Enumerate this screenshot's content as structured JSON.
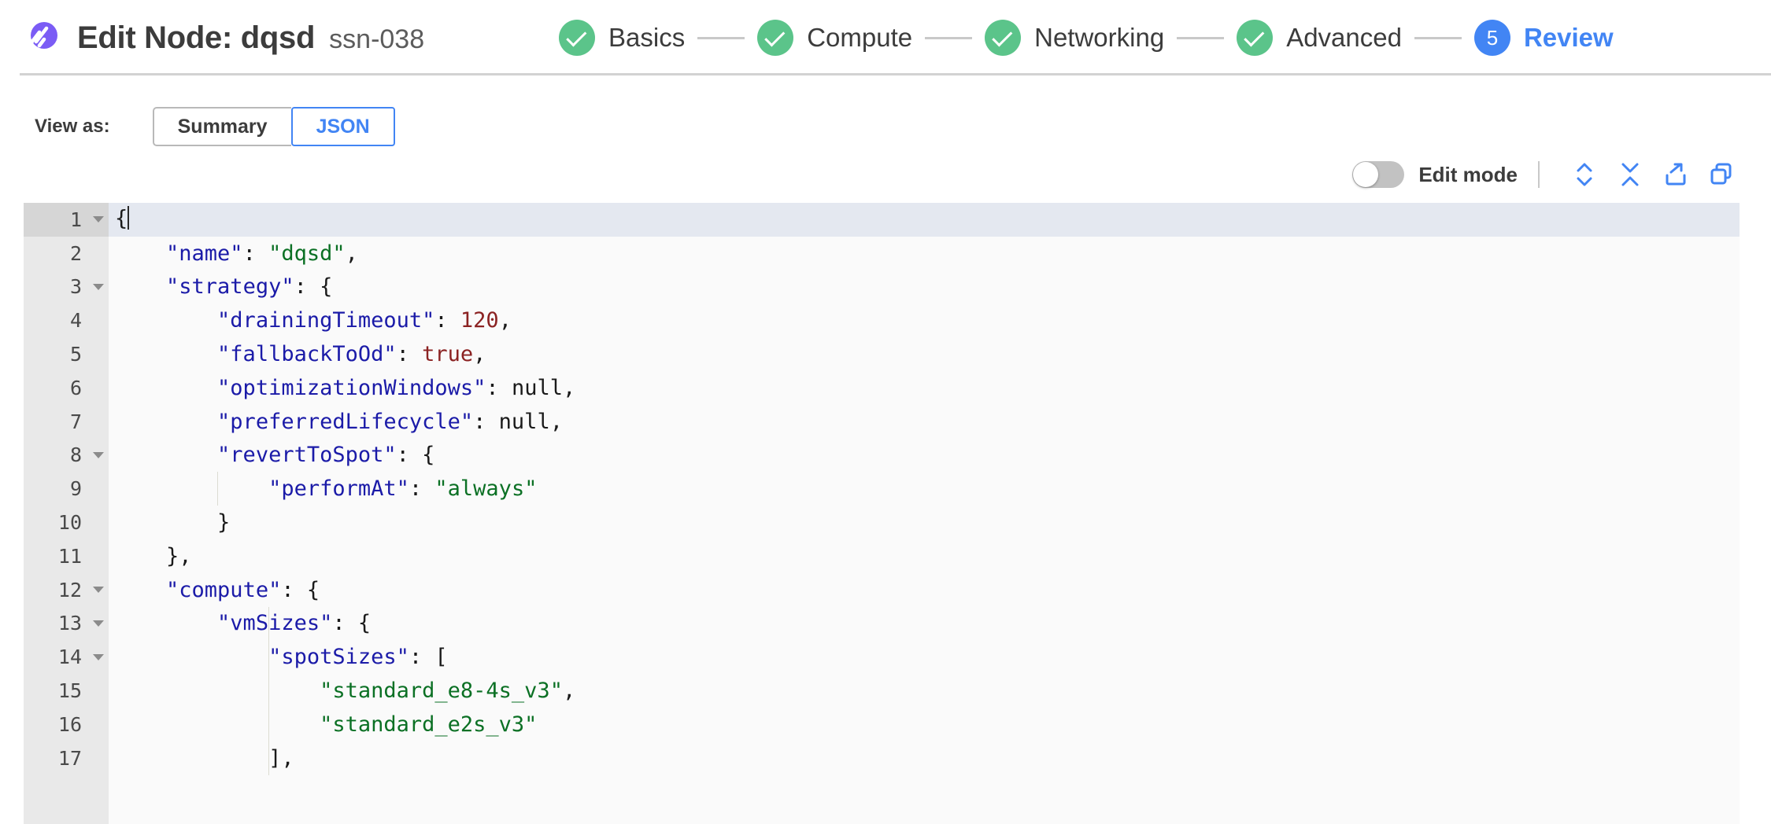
{
  "header": {
    "logo_icon": "comet-logo-icon",
    "title": "Edit Node: dqsd",
    "subtitle": "ssn-038",
    "accent_purple": "#7b5cf5",
    "divider_color": "#d2d2d2"
  },
  "stepper": {
    "done_color": "#5bc48a",
    "active_color": "#4285f4",
    "connector_color": "#c9c9c9",
    "steps": [
      {
        "index": "1",
        "label": "Basics",
        "state": "done",
        "icon": "check-icon"
      },
      {
        "index": "2",
        "label": "Compute",
        "state": "done",
        "icon": "check-icon"
      },
      {
        "index": "3",
        "label": "Networking",
        "state": "done",
        "icon": "check-icon"
      },
      {
        "index": "4",
        "label": "Advanced",
        "state": "done",
        "icon": "check-icon"
      },
      {
        "index": "5",
        "label": "Review",
        "state": "active",
        "icon": ""
      }
    ]
  },
  "view_as": {
    "label": "View as:",
    "options": [
      {
        "label": "Summary",
        "selected": false
      },
      {
        "label": "JSON",
        "selected": true
      }
    ]
  },
  "editor_toolbar": {
    "edit_mode_label": "Edit mode",
    "edit_mode_on": false,
    "icon_color": "#4285f4",
    "actions": [
      {
        "name": "expand-all-icon",
        "title": "Expand all"
      },
      {
        "name": "collapse-all-icon",
        "title": "Collapse all"
      },
      {
        "name": "export-icon",
        "title": "Export"
      },
      {
        "name": "copy-icon",
        "title": "Copy"
      }
    ]
  },
  "json_editor": {
    "background": "#fafafa",
    "gutter_background": "#e9e9e9",
    "active_line_background": "#e4e8f0",
    "active_line": 1,
    "key_color": "#1b1ba8",
    "string_color": "#0b7024",
    "number_color": "#8b2222",
    "lines": [
      {
        "n": "1",
        "foldable": true,
        "indent": 0,
        "tokens": [
          {
            "t": "{",
            "c": "punc"
          }
        ],
        "caret": true
      },
      {
        "n": "2",
        "foldable": false,
        "indent": 1,
        "tokens": [
          {
            "t": "\"name\"",
            "c": "key"
          },
          {
            "t": ": ",
            "c": "punc"
          },
          {
            "t": "\"dqsd\"",
            "c": "str"
          },
          {
            "t": ",",
            "c": "punc"
          }
        ]
      },
      {
        "n": "3",
        "foldable": true,
        "indent": 1,
        "tokens": [
          {
            "t": "\"strategy\"",
            "c": "key"
          },
          {
            "t": ": {",
            "c": "punc"
          }
        ]
      },
      {
        "n": "4",
        "foldable": false,
        "indent": 2,
        "tokens": [
          {
            "t": "\"drainingTimeout\"",
            "c": "key"
          },
          {
            "t": ": ",
            "c": "punc"
          },
          {
            "t": "120",
            "c": "num"
          },
          {
            "t": ",",
            "c": "punc"
          }
        ]
      },
      {
        "n": "5",
        "foldable": false,
        "indent": 2,
        "tokens": [
          {
            "t": "\"fallbackToOd\"",
            "c": "key"
          },
          {
            "t": ": ",
            "c": "punc"
          },
          {
            "t": "true",
            "c": "bool"
          },
          {
            "t": ",",
            "c": "punc"
          }
        ]
      },
      {
        "n": "6",
        "foldable": false,
        "indent": 2,
        "tokens": [
          {
            "t": "\"optimizationWindows\"",
            "c": "key"
          },
          {
            "t": ": ",
            "c": "punc"
          },
          {
            "t": "null",
            "c": "null"
          },
          {
            "t": ",",
            "c": "punc"
          }
        ]
      },
      {
        "n": "7",
        "foldable": false,
        "indent": 2,
        "tokens": [
          {
            "t": "\"preferredLifecycle\"",
            "c": "key"
          },
          {
            "t": ": ",
            "c": "punc"
          },
          {
            "t": "null",
            "c": "null"
          },
          {
            "t": ",",
            "c": "punc"
          }
        ]
      },
      {
        "n": "8",
        "foldable": true,
        "indent": 2,
        "tokens": [
          {
            "t": "\"revertToSpot\"",
            "c": "key"
          },
          {
            "t": ": {",
            "c": "punc"
          }
        ]
      },
      {
        "n": "9",
        "foldable": false,
        "indent": 3,
        "tokens": [
          {
            "t": "\"performAt\"",
            "c": "key"
          },
          {
            "t": ": ",
            "c": "punc"
          },
          {
            "t": "\"always\"",
            "c": "str"
          }
        ]
      },
      {
        "n": "10",
        "foldable": false,
        "indent": 2,
        "tokens": [
          {
            "t": "}",
            "c": "punc"
          }
        ]
      },
      {
        "n": "11",
        "foldable": false,
        "indent": 1,
        "tokens": [
          {
            "t": "},",
            "c": "punc"
          }
        ]
      },
      {
        "n": "12",
        "foldable": true,
        "indent": 1,
        "tokens": [
          {
            "t": "\"compute\"",
            "c": "key"
          },
          {
            "t": ": {",
            "c": "punc"
          }
        ]
      },
      {
        "n": "13",
        "foldable": true,
        "indent": 2,
        "tokens": [
          {
            "t": "\"vmSizes\"",
            "c": "key"
          },
          {
            "t": ": {",
            "c": "punc"
          }
        ]
      },
      {
        "n": "14",
        "foldable": true,
        "indent": 3,
        "tokens": [
          {
            "t": "\"spotSizes\"",
            "c": "key"
          },
          {
            "t": ": [",
            "c": "punc"
          }
        ]
      },
      {
        "n": "15",
        "foldable": false,
        "indent": 4,
        "tokens": [
          {
            "t": "\"standard_e8-4s_v3\"",
            "c": "str"
          },
          {
            "t": ",",
            "c": "punc"
          }
        ]
      },
      {
        "n": "16",
        "foldable": false,
        "indent": 4,
        "tokens": [
          {
            "t": "\"standard_e2s_v3\"",
            "c": "str"
          }
        ]
      },
      {
        "n": "17",
        "foldable": false,
        "indent": 3,
        "tokens": [
          {
            "t": "],",
            "c": "punc"
          }
        ]
      }
    ]
  }
}
